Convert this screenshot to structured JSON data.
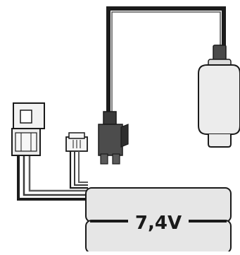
{
  "battery": {
    "voltage_label": "7,4V"
  },
  "components": {
    "battery_pack": "battery-pack",
    "balance_connector": "white-balance-plug",
    "small_jst_connector": "small-jst-plug",
    "charge_lead": "black-lead-with-usb-plug",
    "usb_plug": "usb-plug"
  },
  "colors": {
    "wire_black": "#1c1c1c",
    "wire_gray": "#4a4a4a",
    "cell_fill": "#e6e6e6",
    "plug_fill": "#ececec",
    "outline": "#1a1a1a"
  }
}
